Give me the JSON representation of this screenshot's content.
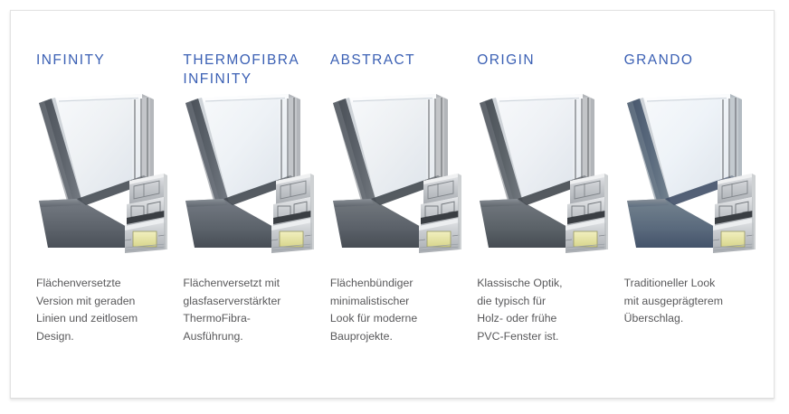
{
  "card": {
    "background": "#ffffff",
    "border_color": "#e3e3e3"
  },
  "theme": {
    "heading_color": "#3b60b4",
    "caption_color": "#58585a",
    "profile_gray": "#5a6068",
    "profile_blue": "#5a6b7e",
    "gasket_yellow": "#e9e9b0"
  },
  "columns": [
    {
      "id": "infinity",
      "title": "INFINITY",
      "caption": "Flächenversetzte\nVersion mit geraden\nLinien und zeitlosem\nDesign.",
      "image_name": "window-profile-infinity",
      "frame_color": "#5d636b",
      "frame_color_dark": "#4a5058",
      "frame_color_light": "#767c84",
      "glass_tint": "#eef1f4"
    },
    {
      "id": "thermofibra-infinity",
      "title": "THERMOFIBRA\nINFINITY",
      "caption": "Flächenversetzt mit\nglasfaserverstärkter\nThermoFibra-\nAusführung.",
      "image_name": "window-profile-thermofibra-infinity",
      "frame_color": "#5c636b",
      "frame_color_dark": "#474d55",
      "frame_color_light": "#747a83",
      "glass_tint": "#eef2f6"
    },
    {
      "id": "abstract",
      "title": "ABSTRACT",
      "caption": "Flächenbündiger\nminimalistischer\nLook für moderne\nBauprojekte.",
      "image_name": "window-profile-abstract",
      "frame_color": "#5b6169",
      "frame_color_dark": "#474d54",
      "frame_color_light": "#73797f",
      "glass_tint": "#edf0f3"
    },
    {
      "id": "origin",
      "title": "ORIGIN",
      "caption": "Klassische Optik,\ndie typisch für\nHolz- oder frühe\nPVC-Fenster ist.",
      "image_name": "window-profile-origin",
      "frame_color": "#5b6268",
      "frame_color_dark": "#464c53",
      "frame_color_light": "#737980",
      "glass_tint": "#eef1f5"
    },
    {
      "id": "grando",
      "title": "GRANDO",
      "caption": "Traditioneller Look\nmit ausgeprägterem\nÜberschlag.",
      "image_name": "window-profile-grando",
      "frame_color": "#5a6a7d",
      "frame_color_dark": "#44536a",
      "frame_color_light": "#74838f",
      "glass_tint": "#eef3f8"
    }
  ]
}
